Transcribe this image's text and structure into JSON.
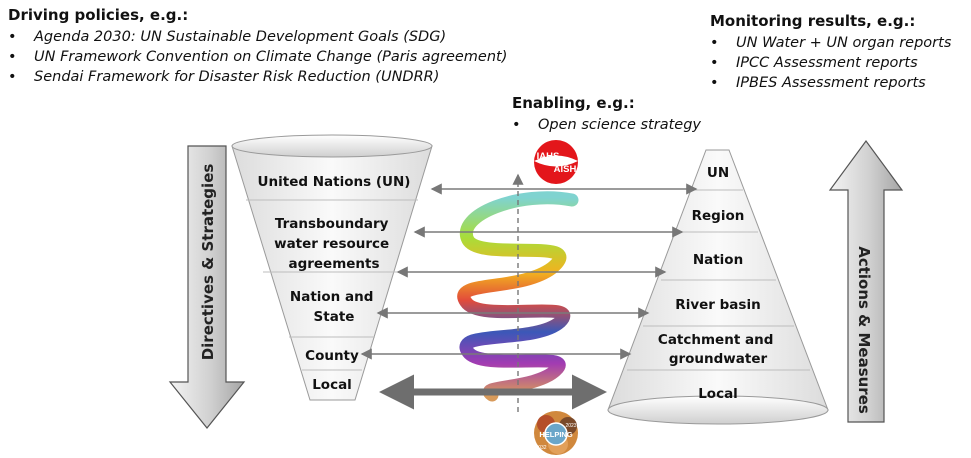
{
  "driving": {
    "heading": "Driving policies, e.g.:",
    "items": [
      "Agenda 2030: UN Sustainable Development Goals (SDG)",
      "UN Framework Convention on Climate Change (Paris agreement)",
      "Sendai Framework for Disaster Risk Reduction (UNDRR)"
    ]
  },
  "monitoring": {
    "heading": "Monitoring results, e.g.:",
    "items": [
      "UN Water + UN organ reports",
      "IPCC Assessment reports",
      "IPBES Assessment reports"
    ]
  },
  "enabling": {
    "heading": "Enabling, e.g.:",
    "items": [
      "Open science strategy"
    ]
  },
  "bullet": "•",
  "left_funnel": {
    "levels": [
      [
        "United Nations (UN)"
      ],
      [
        "Transboundary",
        "water resource",
        "agreements"
      ],
      [
        "Nation and",
        "State"
      ],
      [
        "County"
      ],
      [
        "Local"
      ]
    ]
  },
  "right_pyramid": {
    "levels": [
      [
        "UN"
      ],
      [
        "Region"
      ],
      [
        "Nation"
      ],
      [
        "River basin"
      ],
      [
        "Catchment and",
        "groundwater"
      ],
      [
        "Local"
      ]
    ]
  },
  "left_arrow_label": "Directives & Strategies",
  "right_arrow_label": "Actions & Measures",
  "logos": {
    "iahs_top": "IAHS",
    "iahs_bottom": "AISH",
    "helping_text": "HELPING",
    "helping_year_start": "2032",
    "helping_year_end": "2023"
  },
  "colors": {
    "funnel_fill": "#f2f2f2",
    "arrow_gray": "#777777",
    "iahs_red": "#e3161b"
  }
}
